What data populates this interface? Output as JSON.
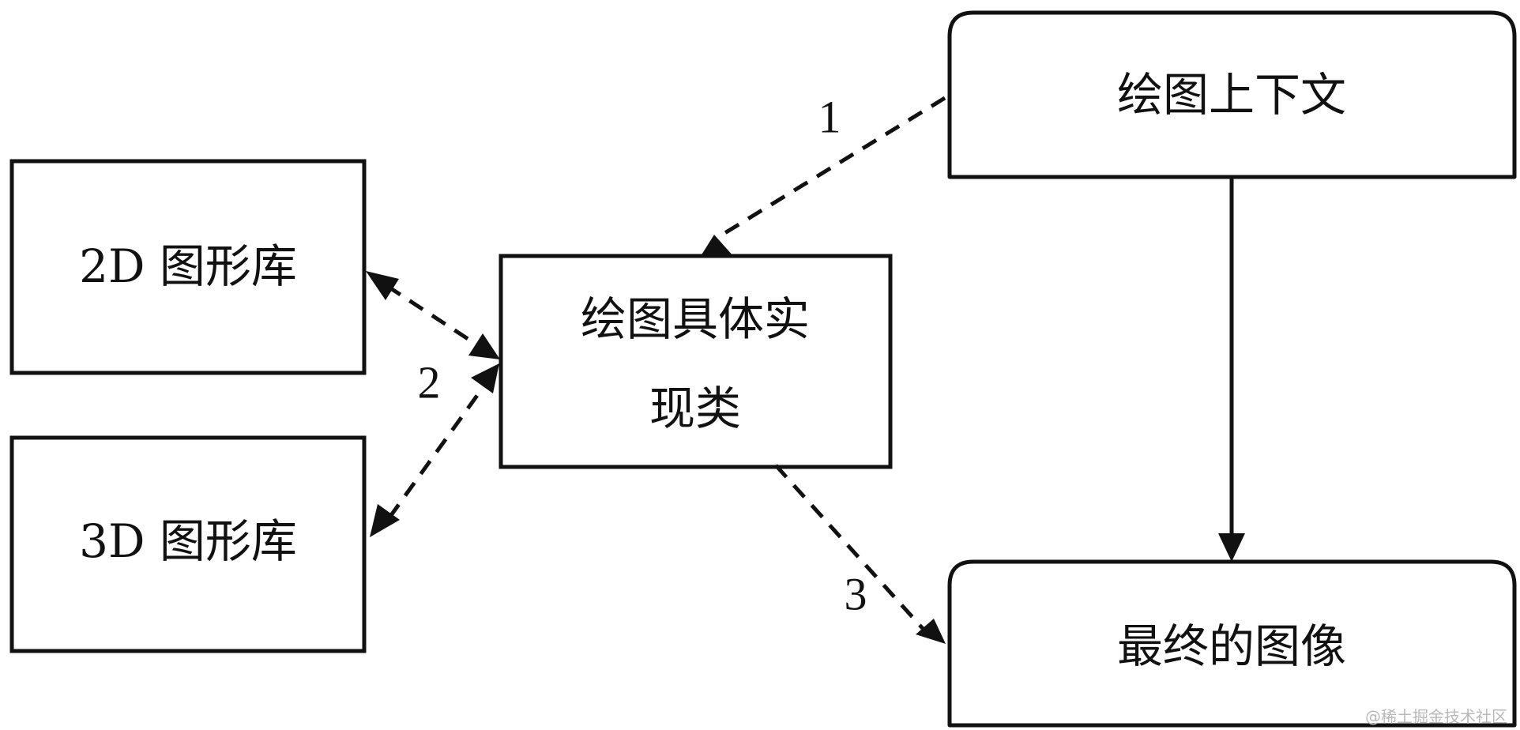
{
  "diagram": {
    "nodes": {
      "lib2d": {
        "label": "2D 图形库"
      },
      "lib3d": {
        "label": "3D 图形库"
      },
      "impl": {
        "label_line1": "绘图具体实",
        "label_line2": "现类"
      },
      "context": {
        "label": "绘图上下文"
      },
      "final_image": {
        "label": "最终的图像"
      }
    },
    "edges": {
      "context_to_impl": {
        "label": "1",
        "style": "dashed"
      },
      "impl_libraries": {
        "label": "2",
        "style": "dashed"
      },
      "impl_to_image": {
        "label": "3",
        "style": "dashed"
      },
      "context_to_image": {
        "label": "",
        "style": "solid"
      }
    }
  },
  "watermark": {
    "text": "@稀土掘金技术社区"
  },
  "colors": {
    "stroke": "#111111",
    "background": "#ffffff",
    "watermark": "#b9b9b9"
  }
}
